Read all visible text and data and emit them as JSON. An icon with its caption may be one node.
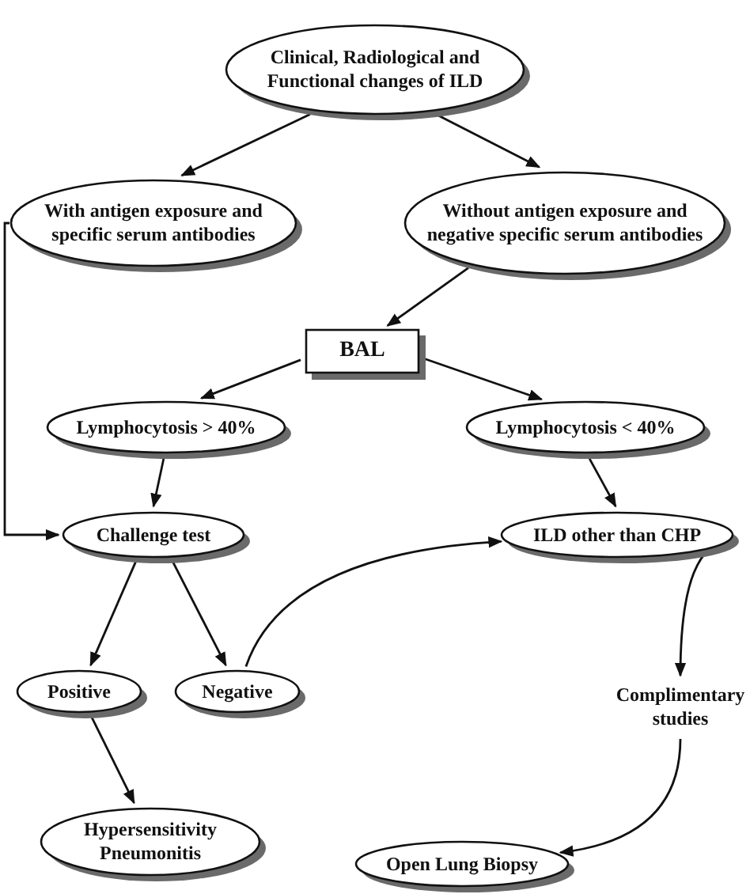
{
  "diagram": {
    "nodes": [
      {
        "text": [
          "Clinical, Radiological and Functional changes of ILD"
        ]
      },
      {
        "text": [
          "With antigen exposure and specific serum antibodies"
        ]
      },
      {
        "text": [
          "Without antigen exposure and negative specific serum antibodies"
        ]
      },
      {
        "text": [
          "BAL"
        ]
      },
      {
        "text": [
          "Lymphocytosis > 40%"
        ]
      },
      {
        "text": [
          "Lymphocytosis < 40%"
        ]
      },
      {
        "text": [
          "Challenge test"
        ]
      },
      {
        "text": [
          "ILD other than CHP"
        ]
      },
      {
        "text": [
          "Positive"
        ]
      },
      {
        "text": [
          "Negative"
        ]
      },
      {
        "text": [
          "Complimentary studies"
        ]
      },
      {
        "text": [
          "Hypersensitivity Pneumonitis"
        ]
      },
      {
        "text": [
          "Open Lung Biopsy"
        ]
      }
    ],
    "edges": [
      {
        "from": 0,
        "to": 1,
        "arrow": "to"
      },
      {
        "from": 0,
        "to": 2,
        "arrow": "to"
      },
      {
        "from": 2,
        "to": 3,
        "arrow": "to"
      },
      {
        "from": 3,
        "to": 4,
        "arrow": "to"
      },
      {
        "from": 3,
        "to": 5,
        "arrow": "to"
      },
      {
        "from": 4,
        "to": 6,
        "arrow": "to"
      },
      {
        "from": 1,
        "to": 6,
        "arrow": "to"
      },
      {
        "from": 5,
        "to": 7,
        "arrow": "to"
      },
      {
        "from": 6,
        "to": 8,
        "arrow": "to"
      },
      {
        "from": 6,
        "to": 9,
        "arrow": "to"
      },
      {
        "from": 9,
        "to": 7,
        "arrow": "to"
      },
      {
        "from": 7,
        "to": 10,
        "arrow": "to"
      },
      {
        "from": 10,
        "to": 12,
        "arrow": "to"
      },
      {
        "from": 8,
        "to": 11,
        "arrow": "to"
      }
    ]
  }
}
